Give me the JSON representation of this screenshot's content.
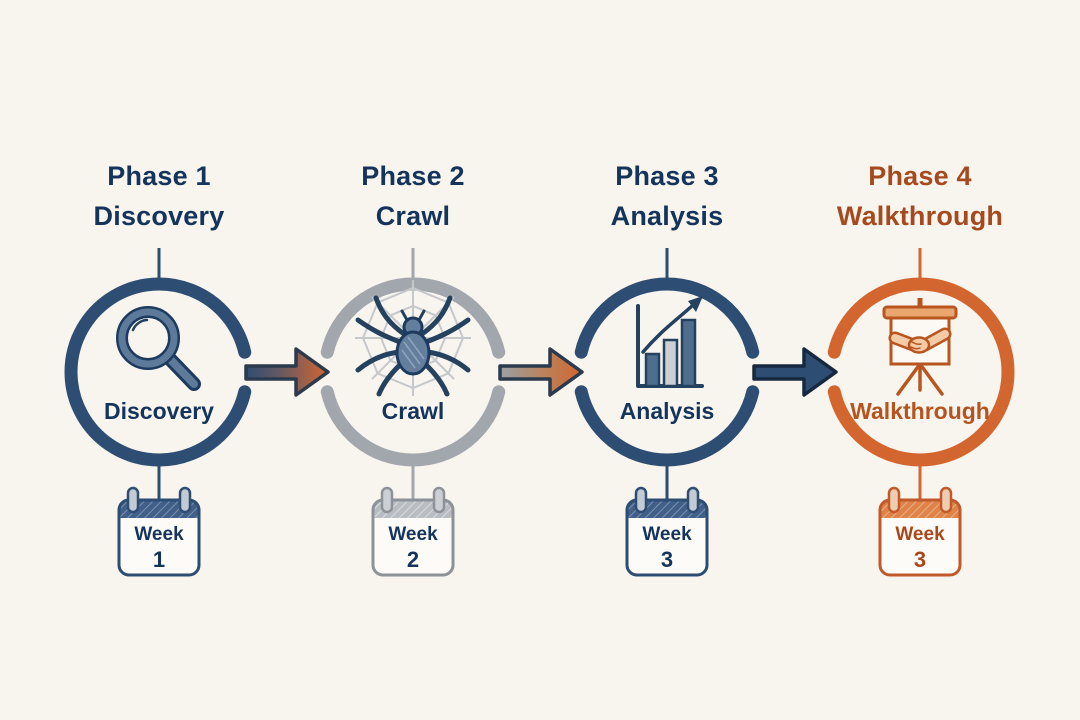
{
  "title": "Four phase timeline diagram",
  "colors": {
    "background": "#f8f4ee",
    "navy": "#2e4d73",
    "navy_text": "#14345c",
    "gray": "#a2a7ad",
    "orange": "#d3662f",
    "rust_text": "#a54a1e"
  },
  "phases": [
    {
      "phase_label": "Phase 1",
      "phase_name": "Discovery",
      "circle_label": "Discovery",
      "icon": "magnifier-icon",
      "week_label": "Week",
      "week_number": "1",
      "theme": "navy"
    },
    {
      "phase_label": "Phase 2",
      "phase_name": "Crawl",
      "circle_label": "Crawl",
      "icon": "spider-icon",
      "week_label": "Week",
      "week_number": "2",
      "theme": "gray"
    },
    {
      "phase_label": "Phase 3",
      "phase_name": "Analysis",
      "circle_label": "Analysis",
      "icon": "bar-chart-icon",
      "week_label": "Week",
      "week_number": "3",
      "theme": "navy"
    },
    {
      "phase_label": "Phase 4",
      "phase_name": "Walkthrough",
      "circle_label": "Walkthrough",
      "icon": "presentation-handshake-icon",
      "week_label": "Week",
      "week_number": "3",
      "theme": "orange"
    }
  ]
}
